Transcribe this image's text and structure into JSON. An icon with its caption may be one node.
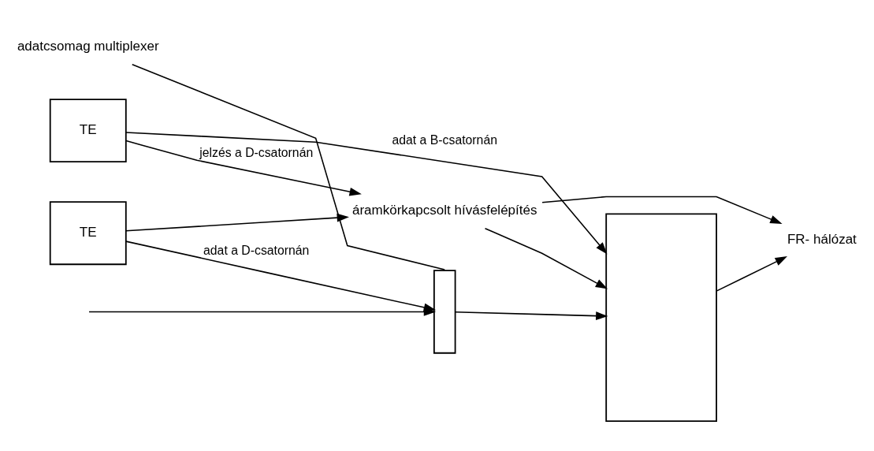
{
  "diagram": {
    "nodes": [
      {
        "text": [
          "adatcsomag multiplexer"
        ]
      },
      {
        "text": [
          "TE"
        ]
      },
      {
        "text": [],
        "shape": "bar"
      },
      {
        "text": [],
        "shape": "box"
      },
      {
        "text": [
          "TE"
        ]
      },
      {
        "text": [
          "FR- hálózat"
        ]
      },
      {
        "text": [
          "áramkörkapcsolt hívásfelépítés"
        ]
      }
    ],
    "edges": [
      {
        "from": 0,
        "to": 2,
        "arrow": "none"
      },
      {
        "from": 1,
        "to": 2,
        "arrow": "to",
        "label": "adat a D-csatornán"
      },
      {
        "from": null,
        "to": 2,
        "arrow": "to"
      },
      {
        "from": 2,
        "to": 3,
        "arrow": "to"
      },
      {
        "from": 4,
        "to": 3,
        "arrow": "to",
        "label": "adat a B-csatornán"
      },
      {
        "from": 1,
        "to": 6,
        "arrow": "to"
      },
      {
        "from": 4,
        "to": 6,
        "arrow": "to",
        "label": "jelzés a D-csatornán"
      },
      {
        "from": 6,
        "to": 3,
        "arrow": "to"
      },
      {
        "from": 3,
        "to": 5,
        "arrow": "to"
      },
      {
        "from": 6,
        "to": 5,
        "arrow": "to"
      }
    ]
  }
}
